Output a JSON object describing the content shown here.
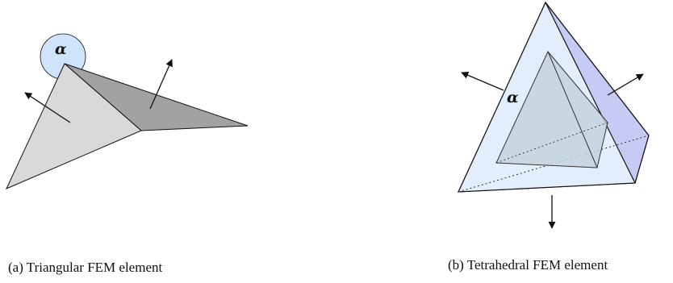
{
  "panel_a": {
    "caption": "(a) Triangular FEM element",
    "angle_label": "α",
    "colors": {
      "left_face": "#d9d9d9",
      "right_face": "#a2a2a2",
      "angle_disc": "#cfe4fa"
    }
  },
  "panel_b": {
    "caption": "(b) Tetrahedral FEM element",
    "angle_label": "α",
    "colors": {
      "front_face": "#e4f1fc",
      "side_face": "#c6caf4",
      "inner_tet": "#c3d2dd"
    }
  }
}
